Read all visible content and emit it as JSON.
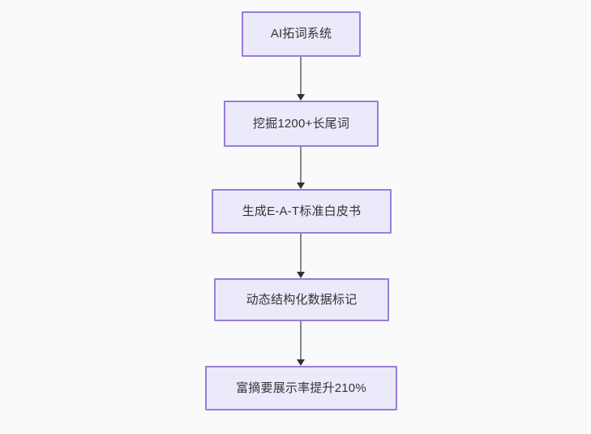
{
  "diagram": {
    "type": "flowchart",
    "direction": "top-to-bottom",
    "background_color": "#fafafa",
    "node_fill_color": "#ece9fb",
    "node_border_color": "#9a7cdc",
    "node_text_color": "#333333",
    "edge_line_color": "#888888",
    "edge_arrow_color": "#333333",
    "nodes": [
      {
        "id": "n0",
        "label": "AI拓词系统"
      },
      {
        "id": "n1",
        "label": "挖掘1200+长尾词"
      },
      {
        "id": "n2",
        "label": "生成E-A-T标准白皮书"
      },
      {
        "id": "n3",
        "label": "动态结构化数据标记"
      },
      {
        "id": "n4",
        "label": "富摘要展示率提升210%"
      }
    ],
    "edges": [
      {
        "from": "n0",
        "to": "n1",
        "label": ""
      },
      {
        "from": "n1",
        "to": "n2",
        "label": ""
      },
      {
        "from": "n2",
        "to": "n3",
        "label": ""
      },
      {
        "from": "n3",
        "to": "n4",
        "label": ""
      }
    ]
  }
}
